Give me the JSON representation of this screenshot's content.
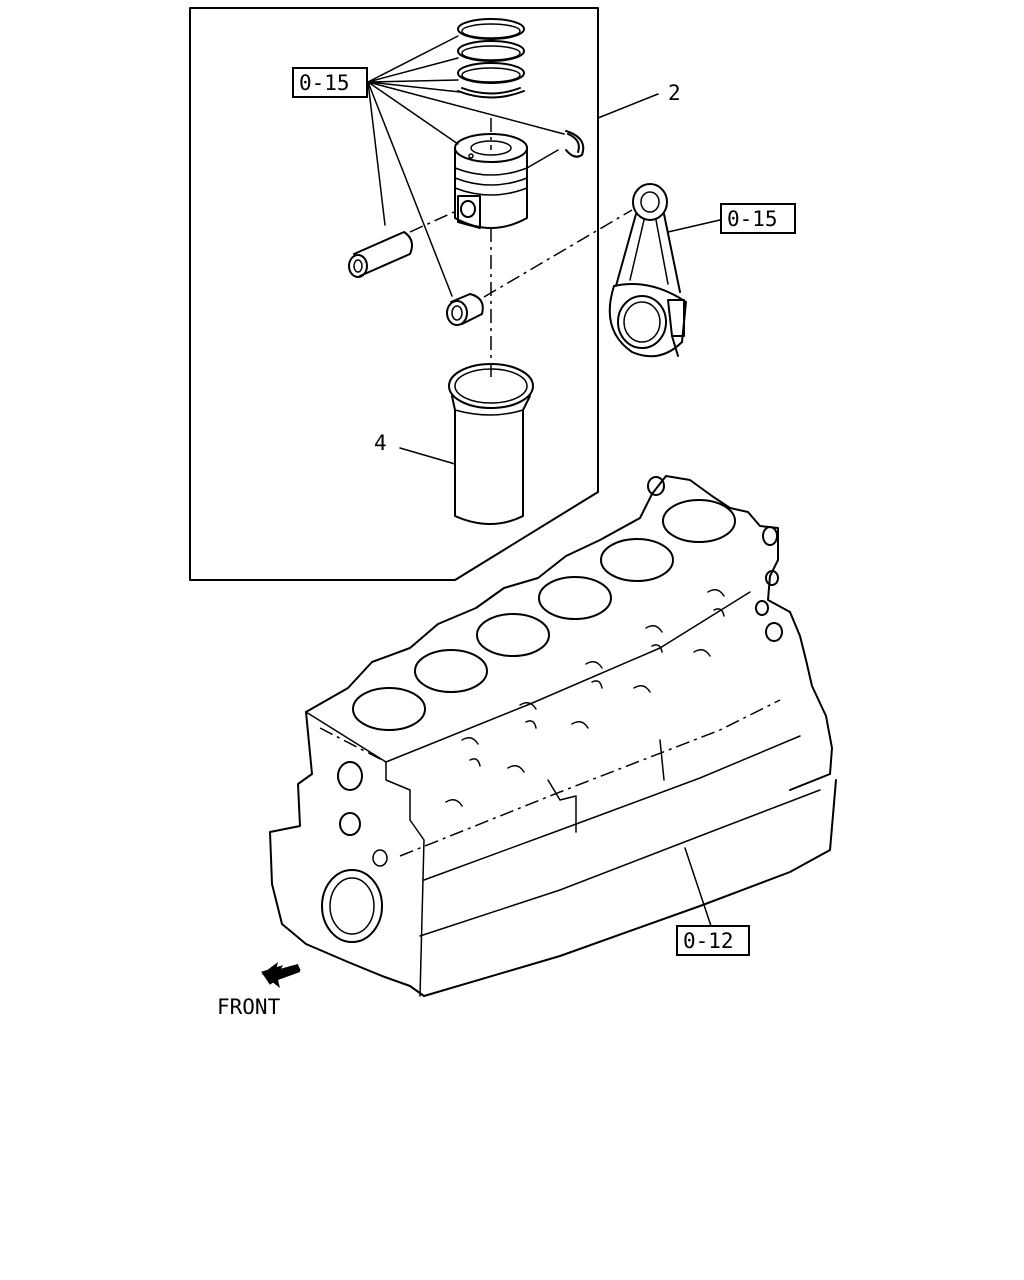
{
  "callouts": {
    "piston_set_ref": "0-15",
    "rod_ref": "0-15",
    "block_ref": "0-12",
    "piston_assembly": "2",
    "liner": "4"
  },
  "direction": {
    "front_label": "FRONT"
  }
}
